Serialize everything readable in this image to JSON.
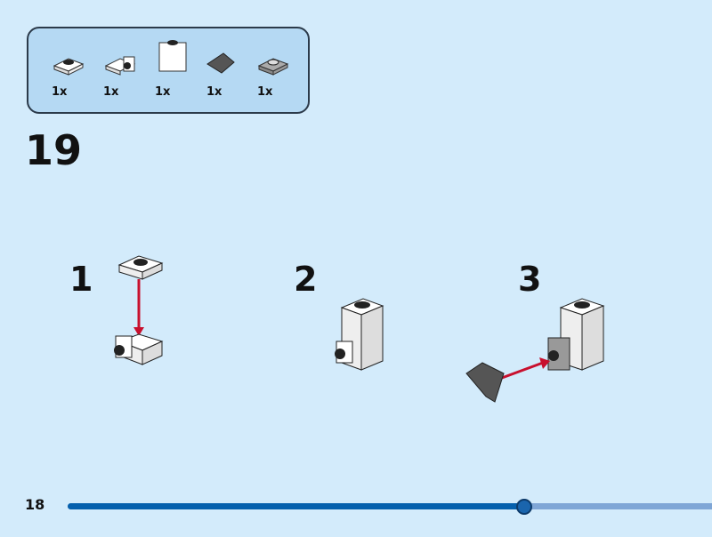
{
  "parts_list": [
    {
      "name": "white-plate-1x1",
      "qty": "1x"
    },
    {
      "name": "white-bracket-with-stud",
      "qty": "1x"
    },
    {
      "name": "white-brick-1x1",
      "qty": "1x"
    },
    {
      "name": "dark-gray-slope",
      "qty": "1x"
    },
    {
      "name": "gray-plate-1x1",
      "qty": "1x"
    }
  ],
  "step": "19",
  "substeps": [
    "1",
    "2",
    "3"
  ],
  "page_number": "18",
  "progress": 0.707,
  "colors": {
    "background": "#d3ebfb",
    "panel": "#b5d9f3",
    "progress_fill": "#0560ad",
    "progress_track": "#7fa6d6",
    "arrow": "#c8102e"
  }
}
